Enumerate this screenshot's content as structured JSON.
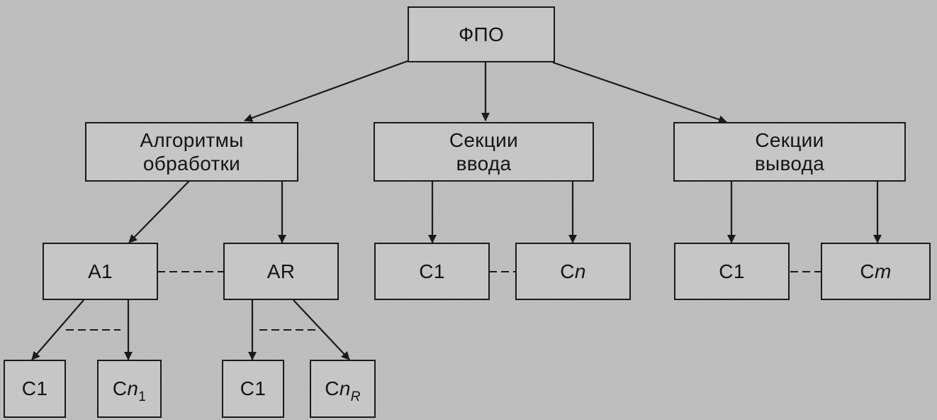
{
  "diagram": {
    "root": {
      "label": "ФПО"
    },
    "level1": {
      "algorithms": {
        "label": "Алгоритмы\nобработки"
      },
      "input": {
        "label": "Секции\nввода"
      },
      "output": {
        "label": "Секции\nвывода"
      }
    },
    "level2": {
      "a1": {
        "label": "A1"
      },
      "ar": {
        "label": "AR"
      },
      "input_c1": {
        "label": "C1"
      },
      "input_cn": {
        "prefix": "C",
        "var": "n"
      },
      "output_c1": {
        "label": "C1"
      },
      "output_cm": {
        "prefix": "C",
        "var": "m"
      }
    },
    "level3": {
      "a1_c1": {
        "label": "C1"
      },
      "a1_cn": {
        "prefix": "C",
        "var": "n",
        "sub": "1"
      },
      "ar_c1": {
        "label": "C1"
      },
      "ar_cn": {
        "prefix": "C",
        "var": "n",
        "sub": "R"
      }
    }
  },
  "colors": {
    "background": "#b9b9b9",
    "box_fill": "#c6c6c6",
    "ink": "#1a1a1a"
  }
}
